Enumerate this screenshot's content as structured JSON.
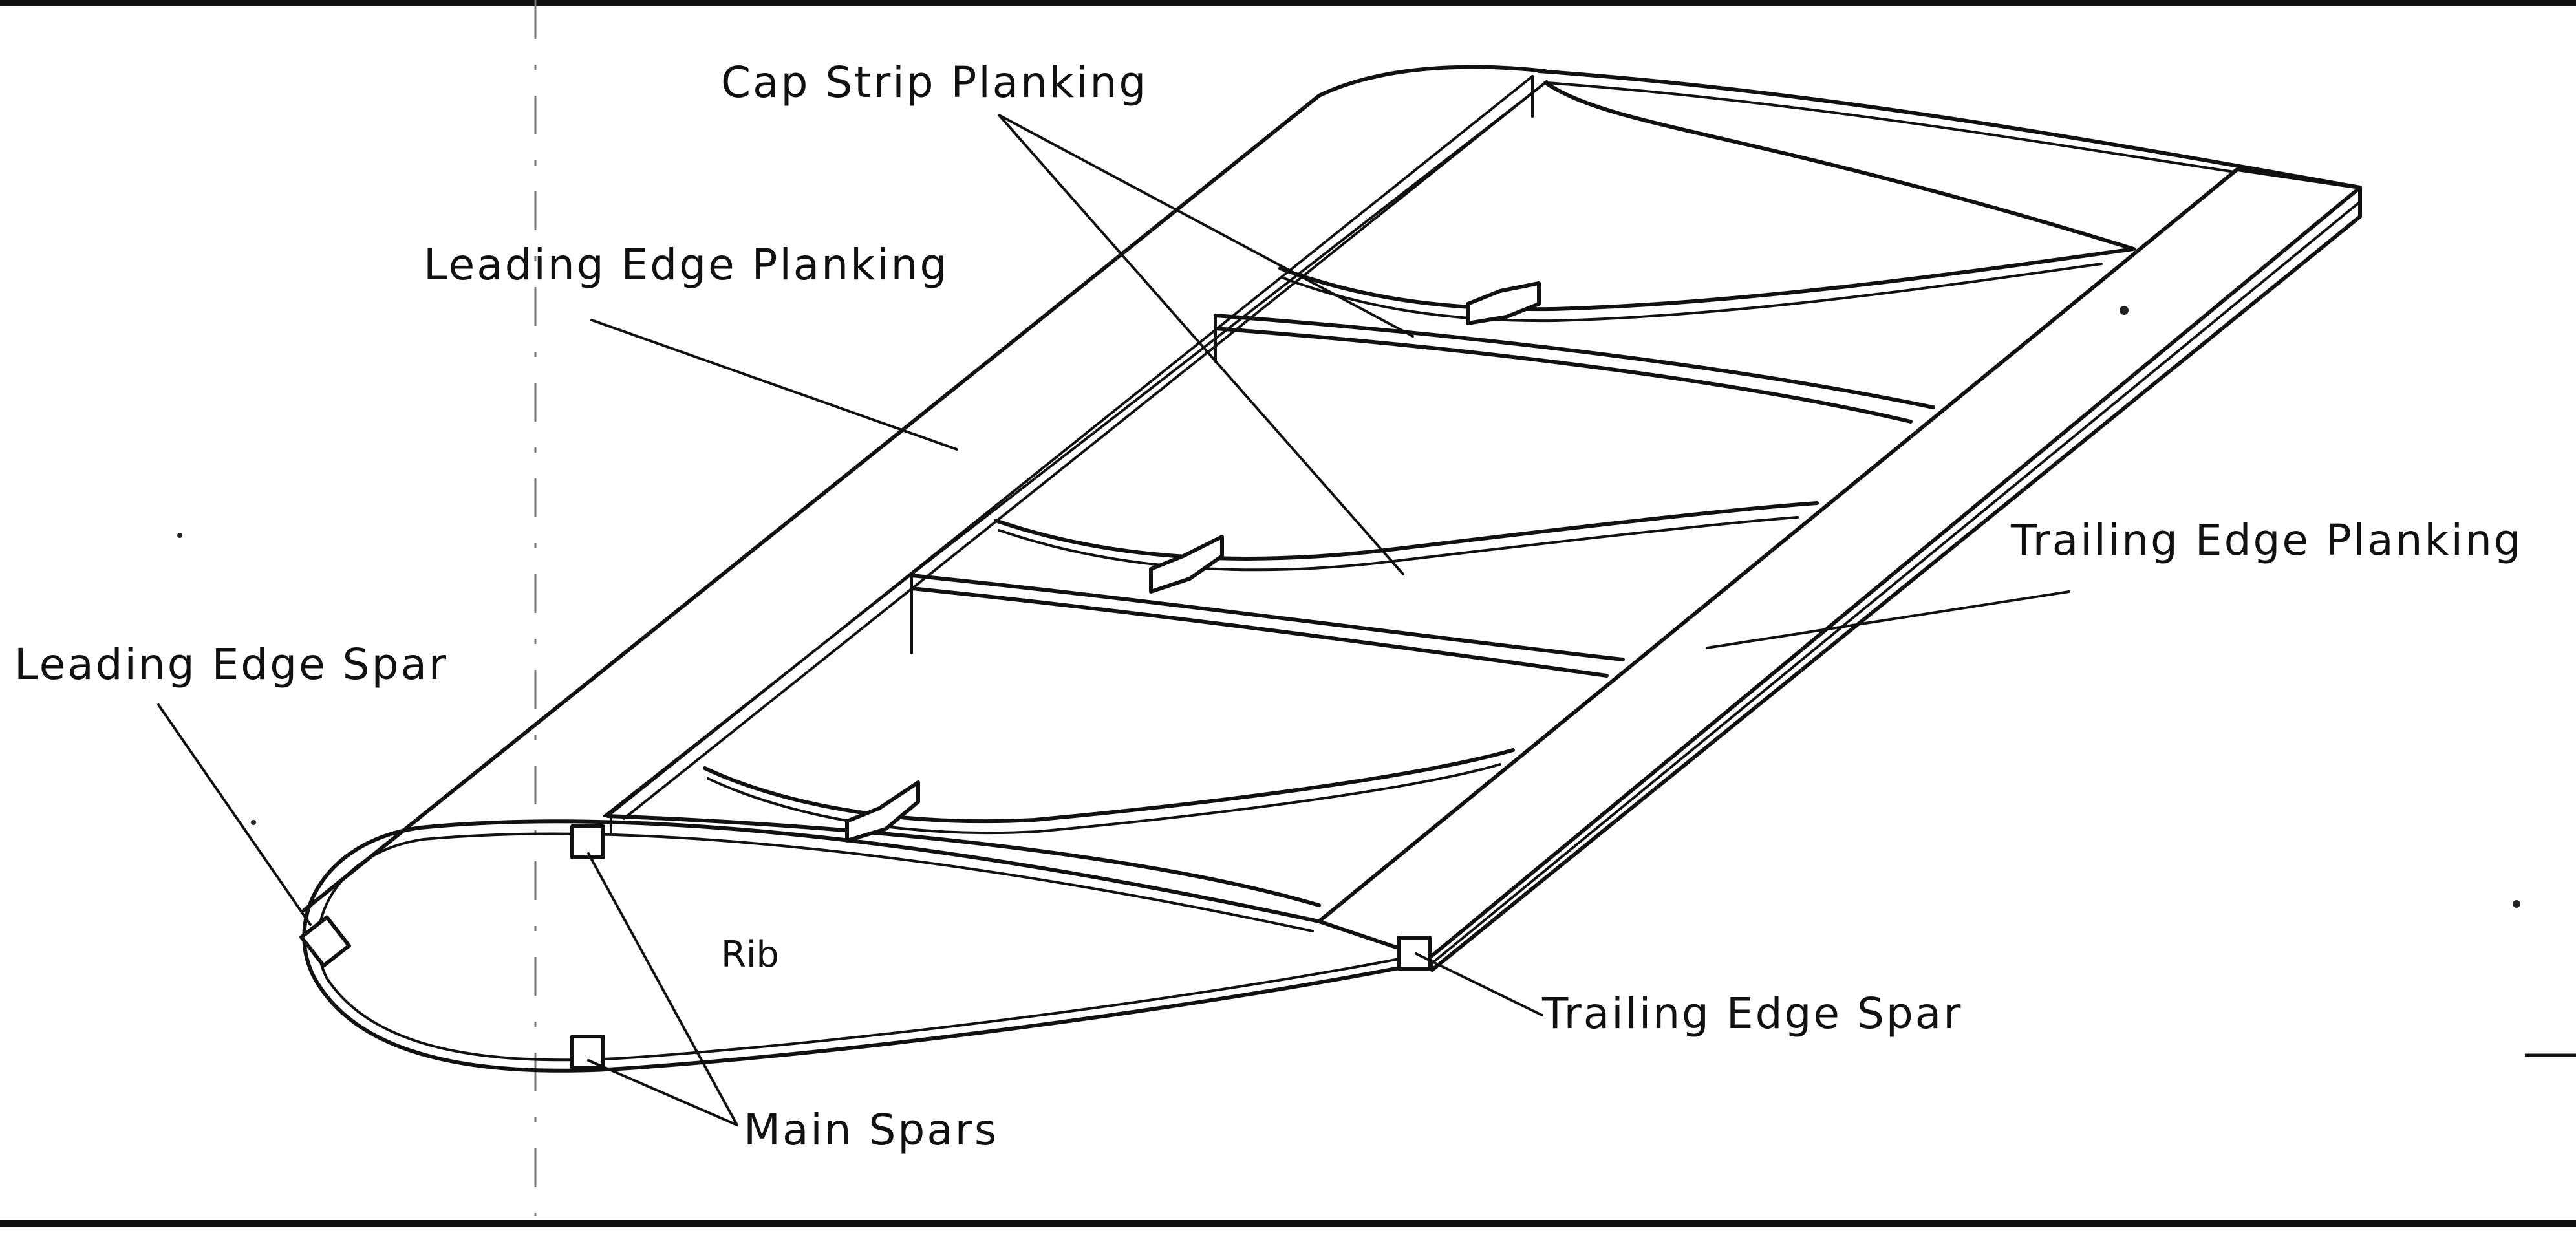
{
  "labels": {
    "cap_strip_planking": "Cap Strip Planking",
    "leading_edge_planking": "Leading Edge Planking",
    "trailing_edge_planking": "Trailing Edge Planking",
    "leading_edge_spar": "Leading Edge Spar",
    "rib": "Rib",
    "trailing_edge_spar": "Trailing Edge Spar",
    "main_spars": "Main Spars"
  }
}
